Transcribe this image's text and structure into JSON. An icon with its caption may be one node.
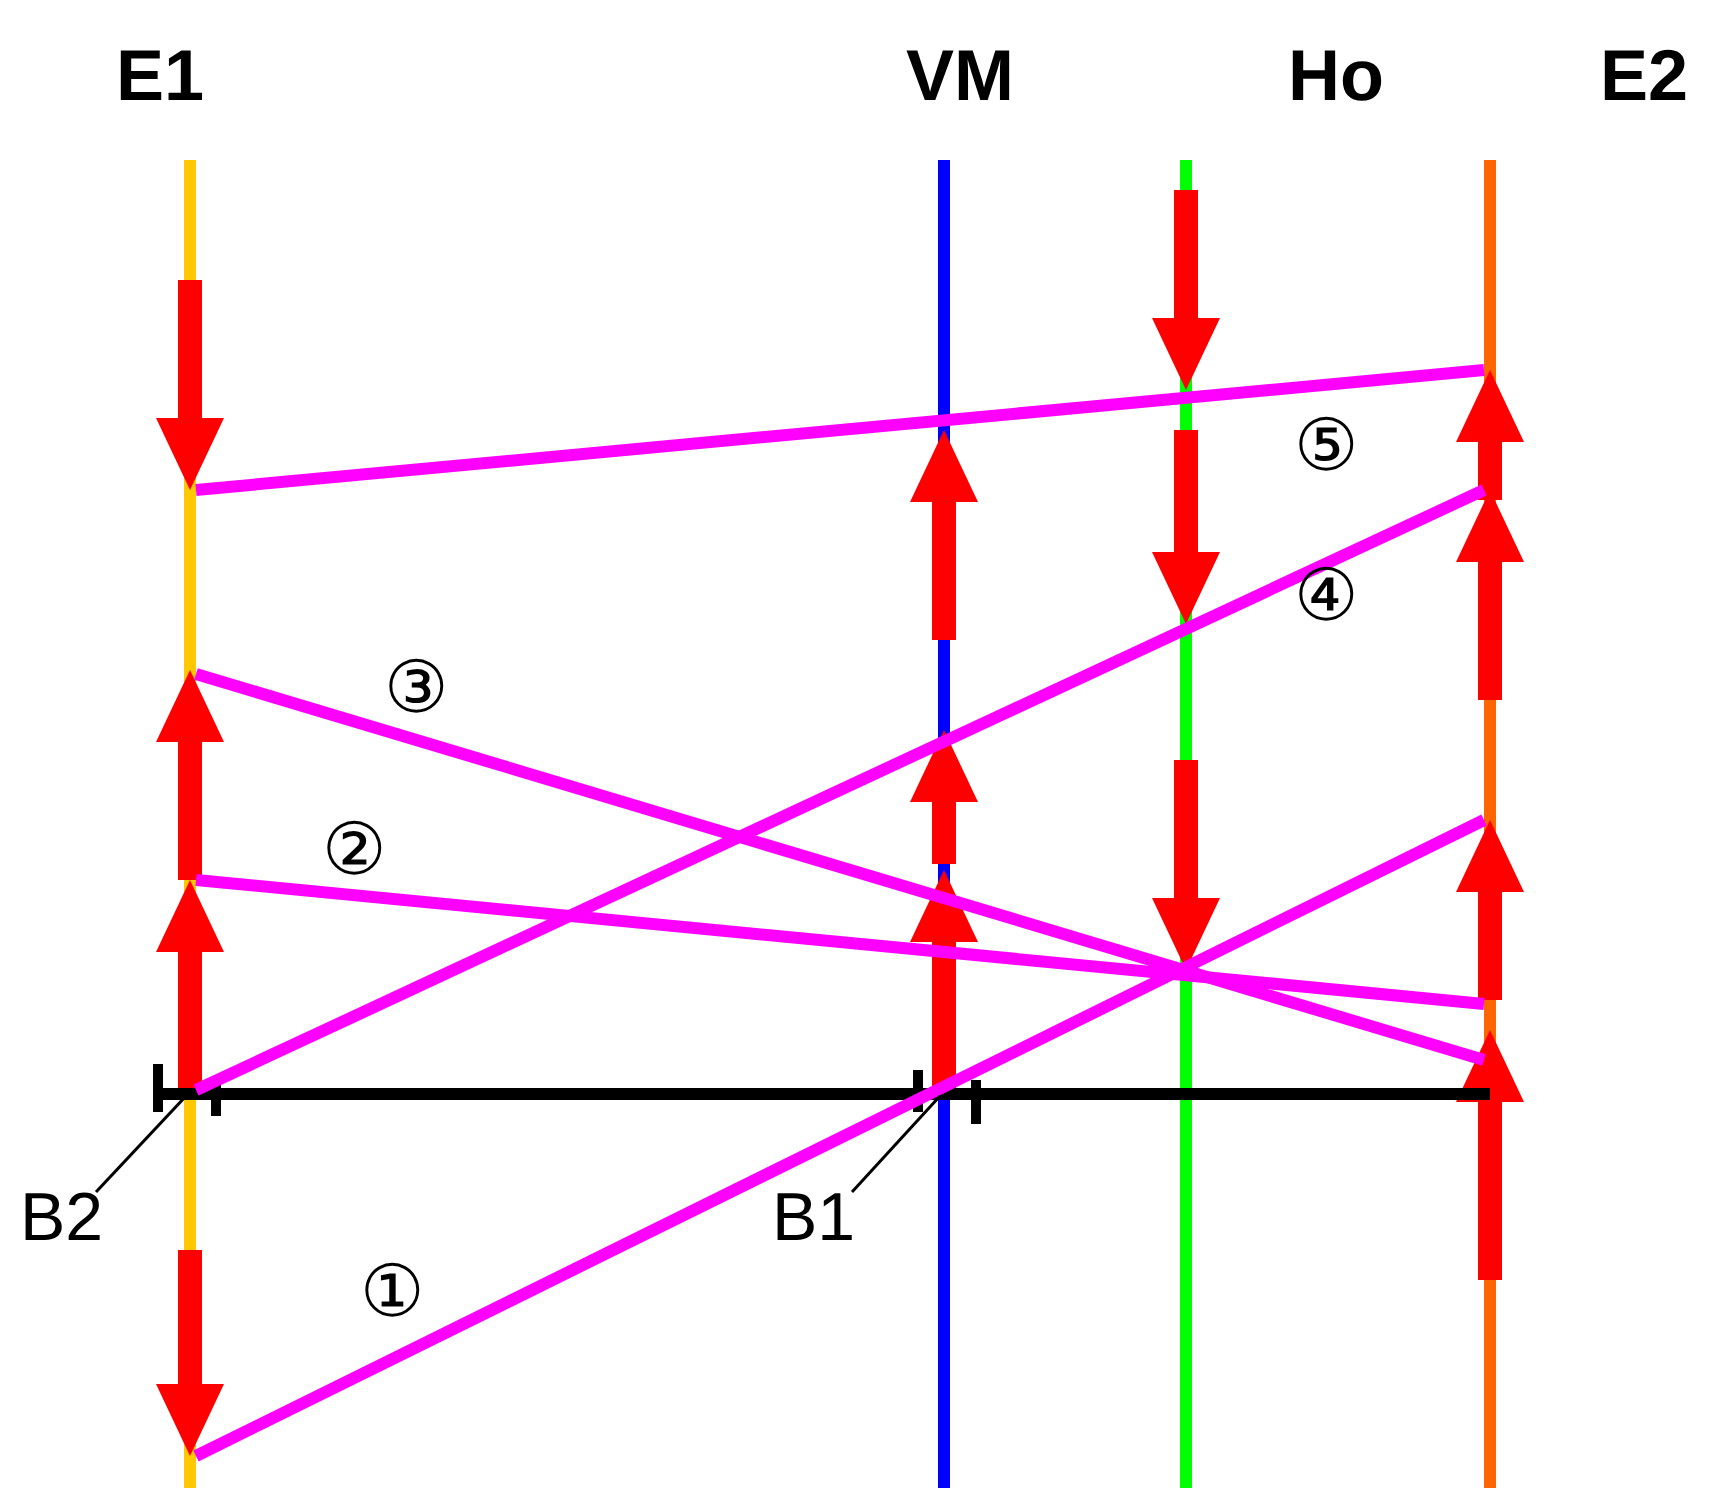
{
  "diagram": {
    "nodes": [
      {
        "text": [
          "E1"
        ]
      },
      {
        "text": [
          "VM"
        ]
      },
      {
        "text": [
          "Ho"
        ]
      },
      {
        "text": [
          "E2"
        ]
      },
      {
        "text": [
          "B2"
        ]
      },
      {
        "text": [
          "B1"
        ]
      }
    ],
    "edges": [
      {
        "from": 0,
        "to": 3,
        "arrow": "none",
        "label": "①"
      },
      {
        "from": 0,
        "to": 3,
        "arrow": "none",
        "label": "②"
      },
      {
        "from": 0,
        "to": 3,
        "arrow": "none",
        "label": "③"
      },
      {
        "from": 0,
        "to": 3,
        "arrow": "none",
        "label": "④"
      },
      {
        "from": 0,
        "to": 3,
        "arrow": "none",
        "label": "⑤"
      },
      {
        "from": 4,
        "to": 0,
        "arrow": "none",
        "color": "#000000"
      },
      {
        "from": 5,
        "to": 1,
        "arrow": "none",
        "color": "#000000"
      }
    ]
  }
}
